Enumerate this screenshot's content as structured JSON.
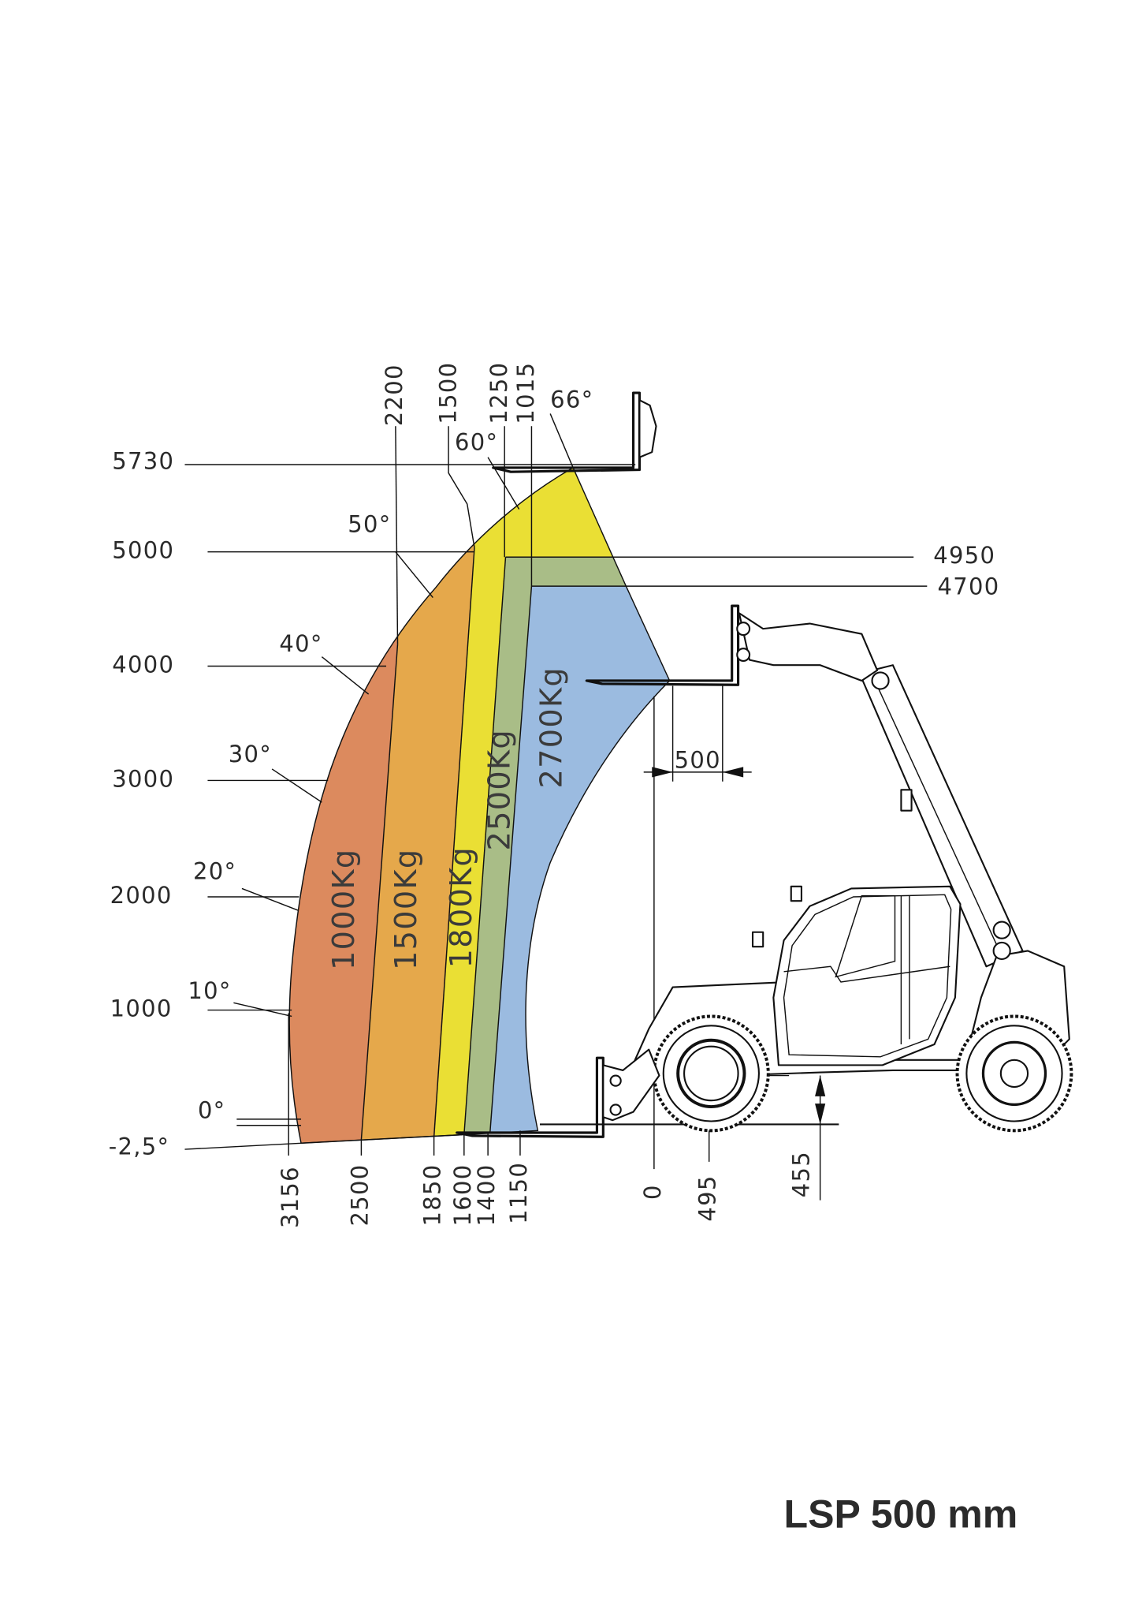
{
  "title": "LSP 500 mm",
  "height_labels": [
    "5730",
    "5000",
    "4000",
    "3000",
    "2000",
    "1000"
  ],
  "angle_labels": [
    "66°",
    "60°",
    "50°",
    "40°",
    "30°",
    "20°",
    "10°",
    "0°",
    "-2,5°"
  ],
  "top_reach_labels": [
    "2200",
    "1500",
    "1250",
    "1015"
  ],
  "bottom_reach_labels": [
    "3156",
    "2500",
    "1850",
    "1600",
    "1400",
    "1150",
    "0",
    "495",
    "455"
  ],
  "right_height_labels": [
    "4950",
    "4700"
  ],
  "load_center_label": "500",
  "zones": [
    {
      "label": "1000Kg",
      "color": "#DC8A5E"
    },
    {
      "label": "1500Kg",
      "color": "#E5A84B"
    },
    {
      "label": "1800Kg",
      "color": "#EADF34"
    },
    {
      "label": "2500Kg",
      "color": "#A9BD87"
    },
    {
      "label": "2700Kg",
      "color": "#9BBBE0"
    }
  ]
}
